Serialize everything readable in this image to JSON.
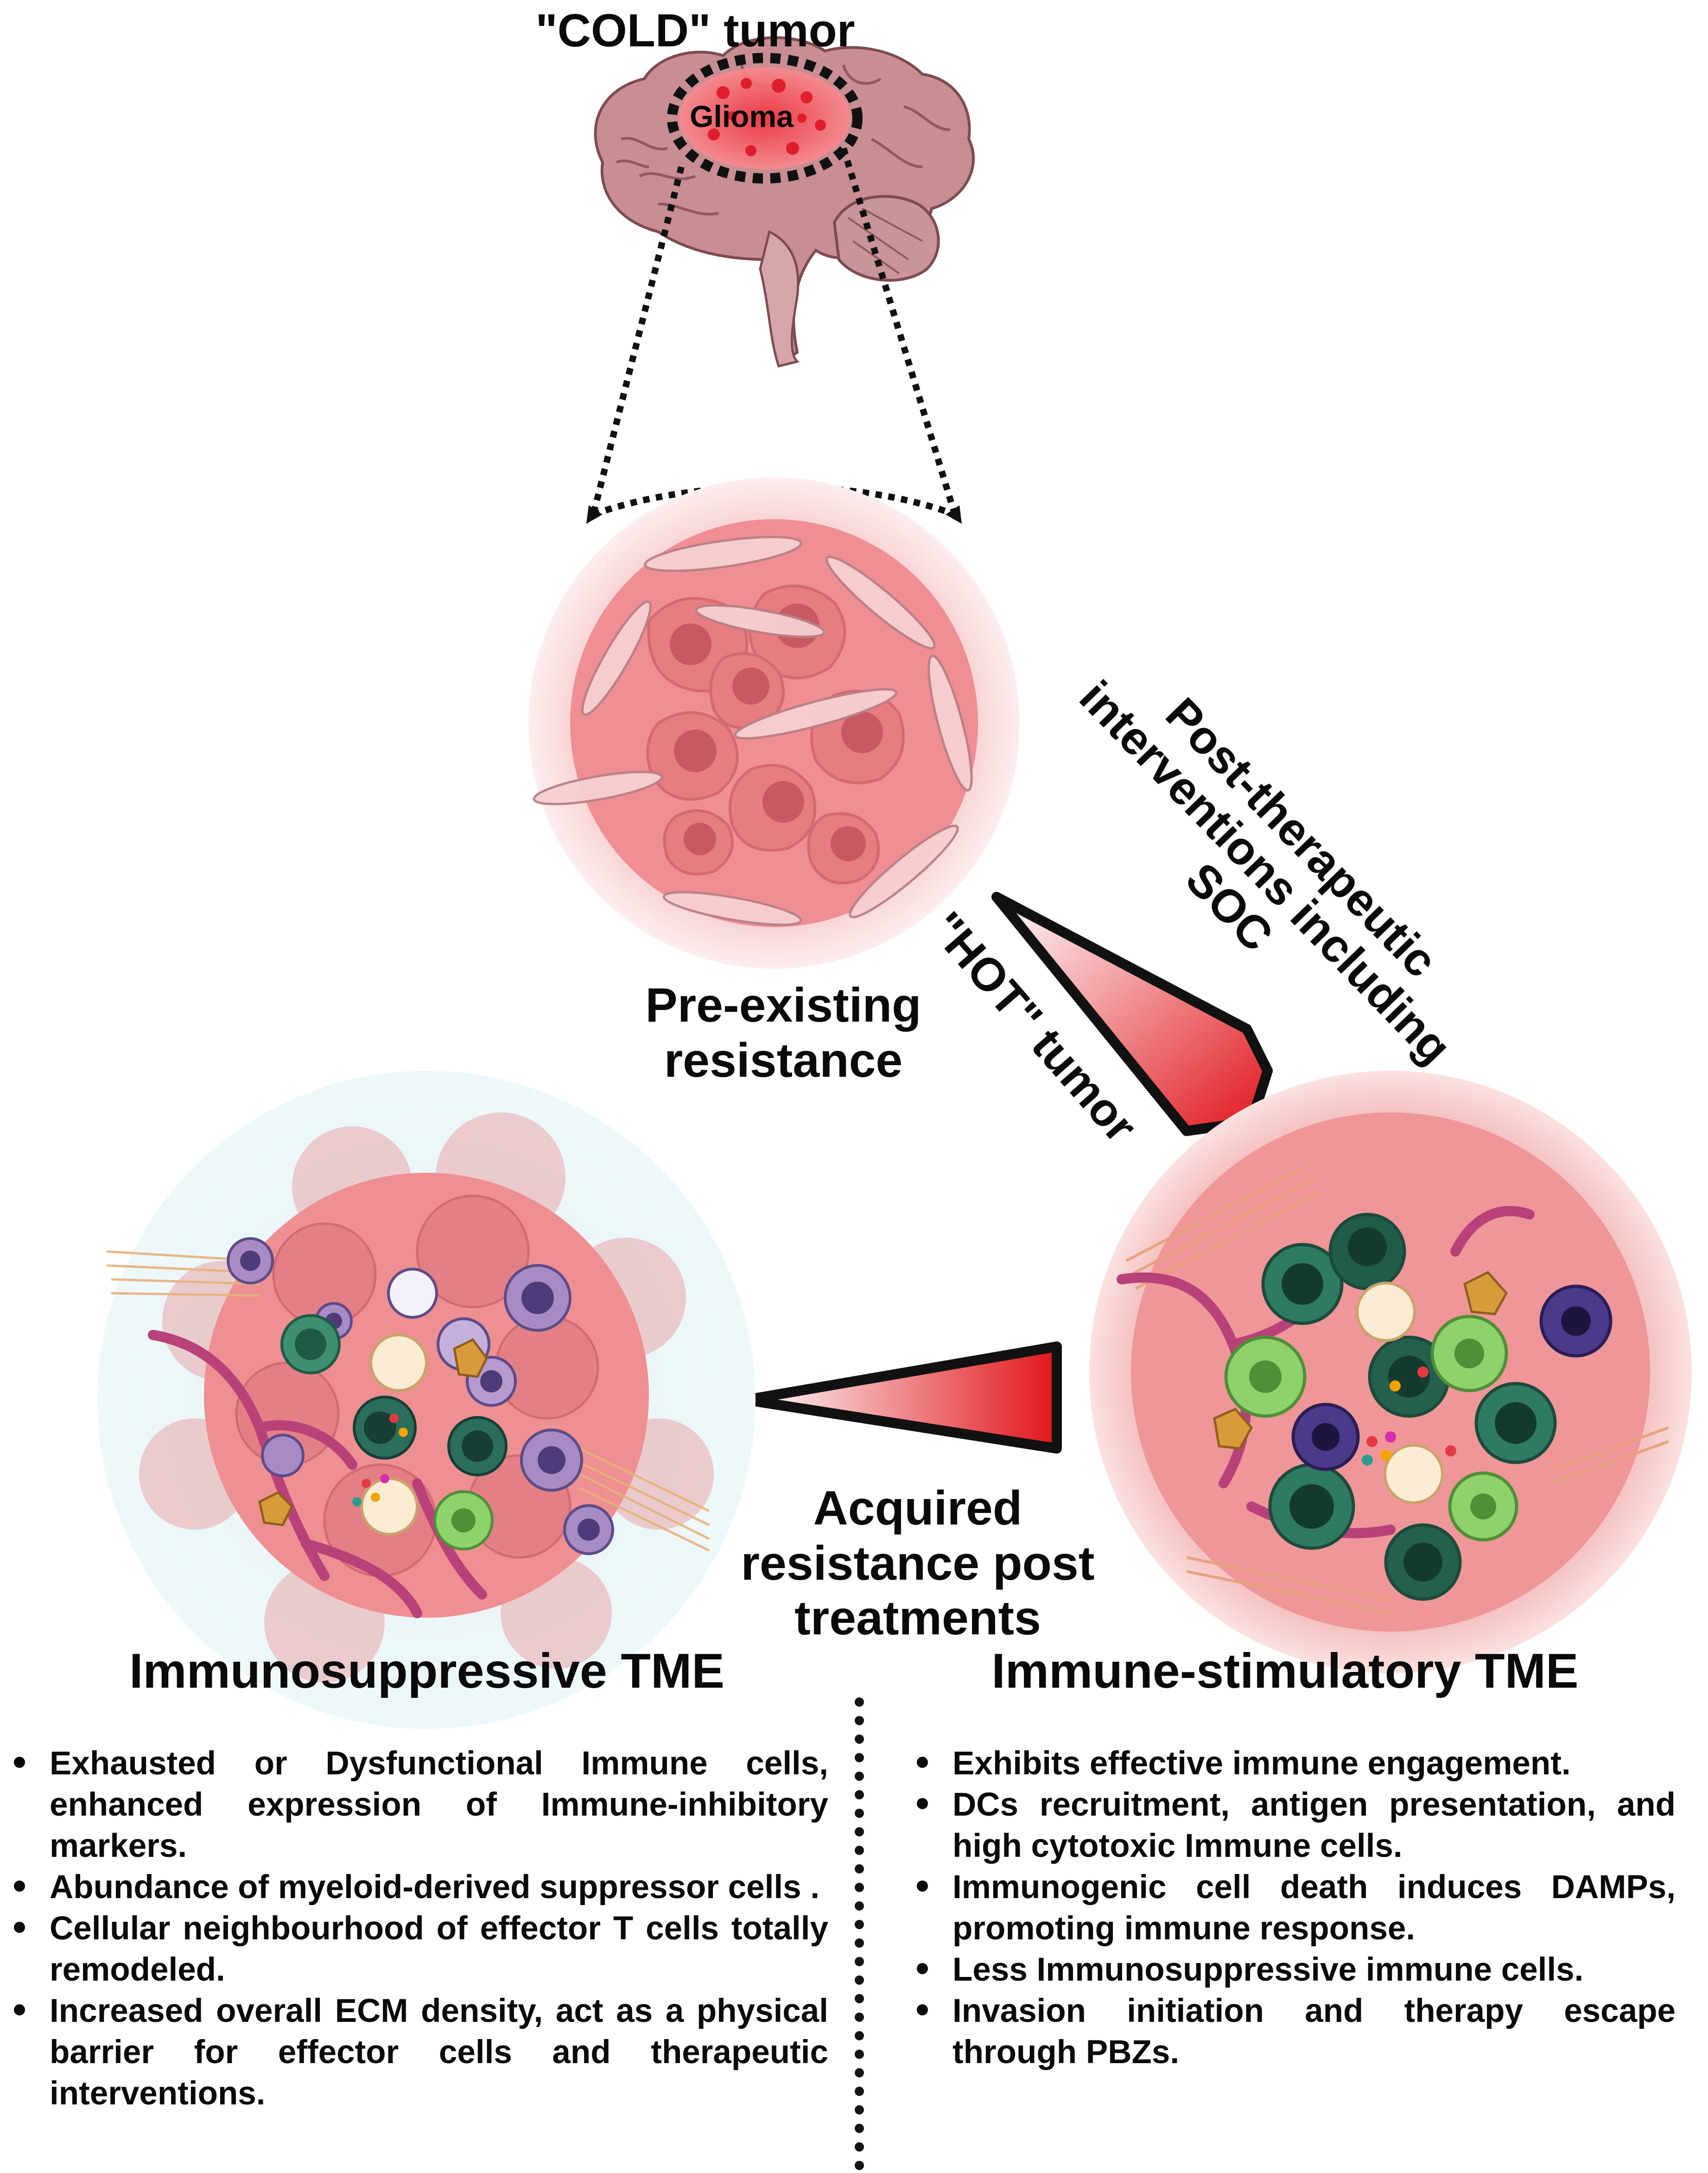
{
  "labels": {
    "cold_tumor": "\"COLD\" tumor",
    "glioma": "Glioma",
    "pre_existing": "Pre-existing resistance",
    "post_therapeutic": "Post-therapeutic interventions including SOC",
    "hot_tumor": "\"HOT\" tumor",
    "acquired": "Acquired resistance post treatments"
  },
  "immunosuppressive": {
    "title": "Immunosuppressive TME",
    "items": [
      "Exhausted or Dysfunctional Immune cells, enhanced expression of Immune-inhibitory markers.",
      "Abundance of myeloid-derived suppressor cells .",
      "Cellular neighbourhood of effector T cells totally remodeled.",
      "Increased overall ECM density, act as a physical barrier for effector cells and therapeutic interventions."
    ]
  },
  "immune_stimulatory": {
    "title": "Immune-stimulatory TME",
    "items": [
      "Exhibits effective immune engagement.",
      "DCs recruitment, antigen presentation, and high cytotoxic Immune cells.",
      "Immunogenic cell death induces DAMPs, promoting immune response.",
      "Less Immunosuppressive immune cells.",
      "Invasion initiation and therapy escape through PBZs."
    ]
  },
  "colors": {
    "gradient_start": "#ffffff",
    "gradient_end": "#e0151b",
    "tumor_pink": "#eb8c8f",
    "brain": "#c98e93",
    "glioma_red": "#e8303a"
  }
}
